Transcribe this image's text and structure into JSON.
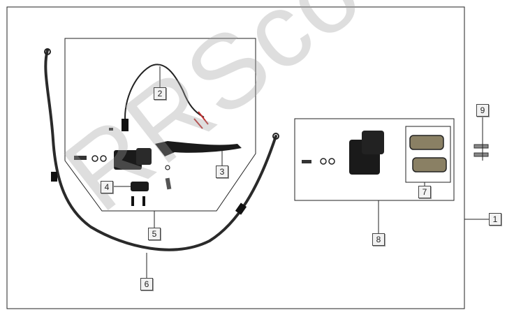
{
  "watermark": "RRScooters",
  "callouts": [
    {
      "id": "1",
      "label": "1"
    },
    {
      "id": "2",
      "label": "2"
    },
    {
      "id": "3",
      "label": "3"
    },
    {
      "id": "4",
      "label": "4"
    },
    {
      "id": "5",
      "label": "5"
    },
    {
      "id": "6",
      "label": "6"
    },
    {
      "id": "7",
      "label": "7"
    },
    {
      "id": "8",
      "label": "8"
    },
    {
      "id": "9",
      "label": "9"
    }
  ],
  "colors": {
    "line": "#222222",
    "part": "#1a1a1a",
    "pad": "#8a8064",
    "wire_red": "#c03030"
  }
}
